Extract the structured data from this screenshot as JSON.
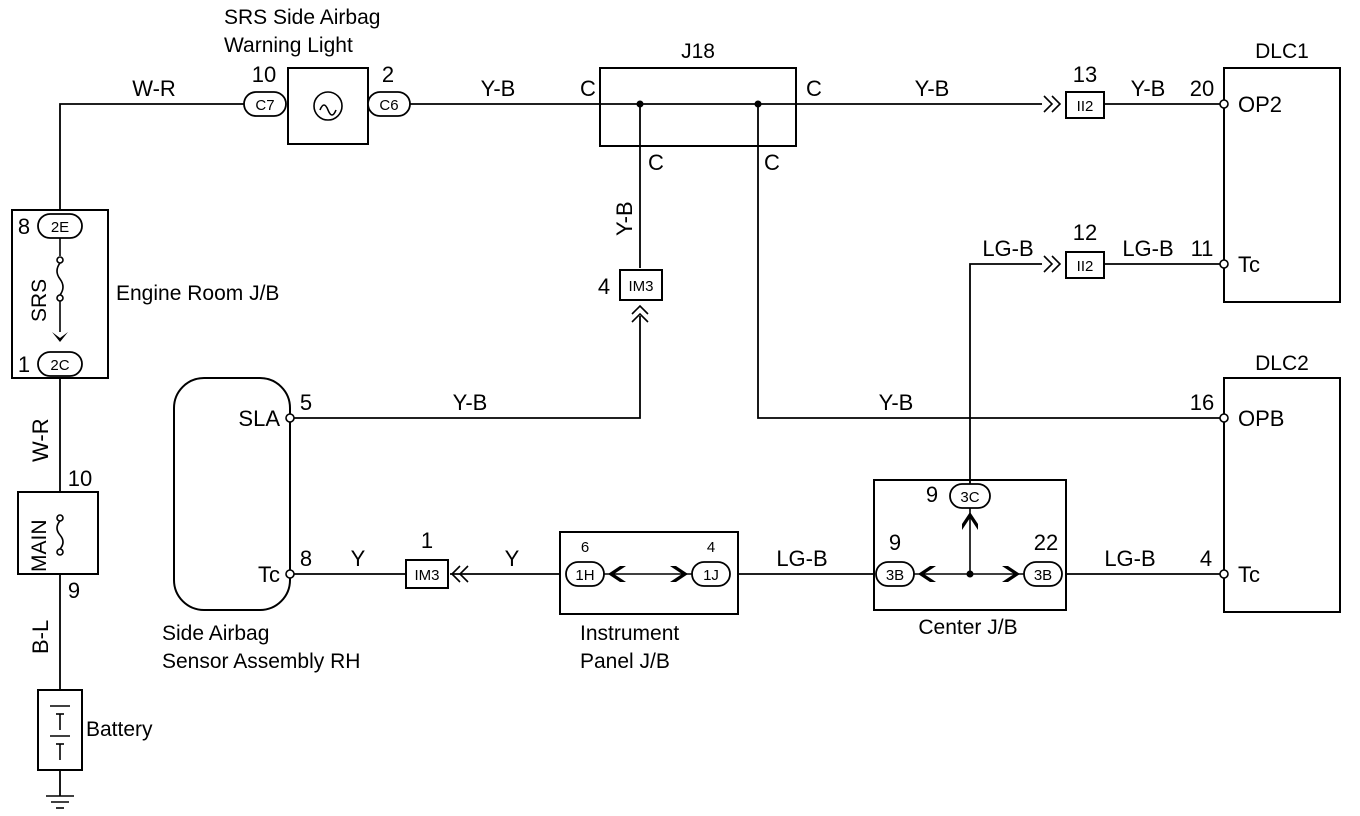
{
  "components": {
    "warning_light": "SRS Side Airbag\nWarning Light",
    "j18": "J18",
    "dlc1": "DLC1",
    "dlc2": "DLC2",
    "engine_room_jb": "Engine Room J/B",
    "sensor_assembly": "Side Airbag\nSensor Assembly RH",
    "instrument_panel_jb": "Instrument\nPanel J/B",
    "center_jb": "Center J/B",
    "battery": "Battery",
    "srs_fuse": "SRS",
    "main_fuse": "MAIN"
  },
  "wire_colors": {
    "w_r_top": "W-R",
    "w_r_vert": "W-R",
    "b_l": "B-L",
    "yb_c6_j18": "Y-B",
    "yb_j18_ii2": "Y-B",
    "yb_ii2_dlc1": "Y-B",
    "yb_vert_j18": "Y-B",
    "yb_sla": "Y-B",
    "yb_opb": "Y-B",
    "lgb_to_ii2": "LG-B",
    "lgb_ii2_dlc1": "LG-B",
    "y_tc_im3": "Y",
    "y_im3_1h": "Y",
    "lgb_1j_3b": "LG-B",
    "lgb_3b_dlc2": "LG-B"
  },
  "connectors": {
    "c7": "C7",
    "c6": "C6",
    "ii2_top": "II2",
    "ii2_mid": "II2",
    "im3_top": "IM3",
    "im3_bottom": "IM3",
    "e2": "2E",
    "c2": "2C",
    "h1": "1H",
    "j1": "1J",
    "b3_left": "3B",
    "b3_right": "3B",
    "c3": "3C"
  },
  "pins": {
    "p10_c7": "10",
    "p2_c6": "2",
    "p13_ii2": "13",
    "p20_dlc1": "20",
    "p12_ii2": "12",
    "p11_dlc1": "11",
    "p4_im3": "4",
    "p8_2e": "8",
    "p1_2c": "1",
    "p10_main": "10",
    "p9_main": "9",
    "p5_sla": "5",
    "p8_tc": "8",
    "p1_im3": "1",
    "p6_1h": "6",
    "p4_1j": "4",
    "p9_3b": "9",
    "p9_3c": "9",
    "p22_3b": "22",
    "p16_opb": "16",
    "p4_tc": "4"
  },
  "terminals": {
    "j18_c_left": "C",
    "j18_c_right": "C",
    "j18_c_bottom1": "C",
    "j18_c_bottom2": "C",
    "op2": "OP2",
    "tc_dlc1": "Tc",
    "opb": "OPB",
    "tc_dlc2": "Tc",
    "sla": "SLA",
    "tc_sensor": "Tc"
  }
}
